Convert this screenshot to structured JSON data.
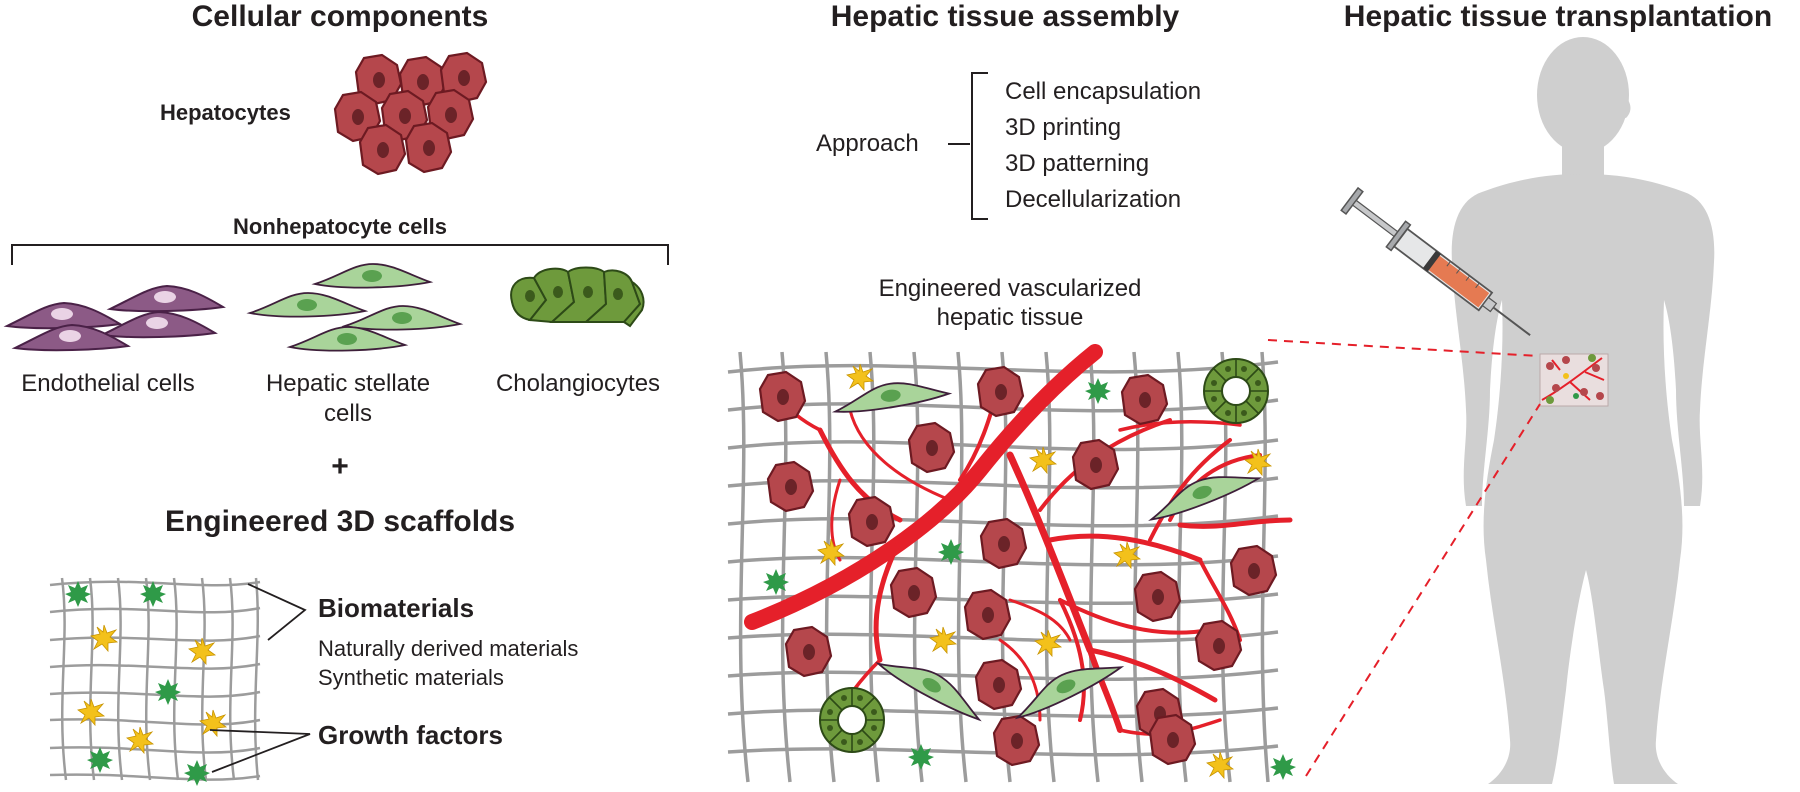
{
  "sections": {
    "cellular": "Cellular components",
    "assembly": "Hepatic tissue assembly",
    "transplant": "Hepatic tissue transplantation"
  },
  "cellular": {
    "hepatocytes": "Hepatocytes",
    "nonhep_title": "Nonhepatocyte cells",
    "endothelial": "Endothelial cells",
    "stellate_1": "Hepatic stellate",
    "stellate_2": "cells",
    "cholangiocytes": "Cholangiocytes",
    "plus": "+",
    "scaffolds_title": "Engineered 3D scaffolds",
    "biomaterials": "Biomaterials",
    "natural": "Naturally derived materials",
    "synthetic": "Synthetic materials",
    "growth": "Growth factors"
  },
  "assembly": {
    "approach": "Approach",
    "methods": [
      "Cell encapsulation",
      "3D printing",
      "3D patterning",
      "Decellularization"
    ],
    "tissue_label_1": "Engineered vascularized",
    "tissue_label_2": "hepatic tissue"
  },
  "colors": {
    "hepatocyte_fill": "#b5474c",
    "hepatocyte_stroke": "#6d1a22",
    "endothelial_fill": "#8c5a86",
    "stellate_fill": "#a9d49a",
    "cholangiocyte_fill": "#6e9a3c",
    "vessel_red": "#e5202a",
    "growth_yellow": "#f3c11b",
    "growth_green": "#2f9a48",
    "scaffold_grey": "#9c9c9c",
    "body_grey": "#cfcfcf",
    "syringe_orange": "#e57a52"
  }
}
